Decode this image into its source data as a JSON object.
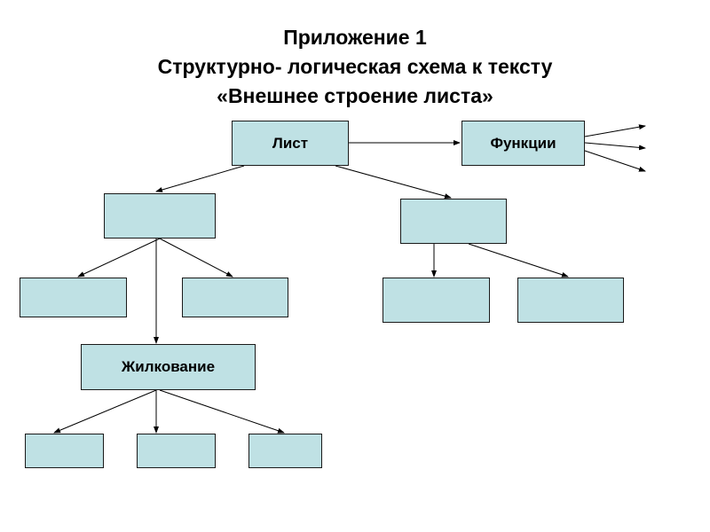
{
  "title": {
    "line1": "Приложение 1",
    "line2": "Структурно- логическая схема к тексту",
    "line3": "«Внешнее строение листа»"
  },
  "nodes": {
    "list": "Лист",
    "functions": "Функции",
    "venation": "Жилкование",
    "blank_left": "",
    "blank_right": "",
    "blank_left_left": "",
    "blank_left_right": "",
    "blank_right_left": "",
    "blank_right_right": "",
    "blank_bottom_1": "",
    "blank_bottom_2": "",
    "blank_bottom_3": ""
  },
  "colors": {
    "node_fill": "#bfe1e4",
    "node_border": "#1a1a1a",
    "arrow": "#000000"
  }
}
